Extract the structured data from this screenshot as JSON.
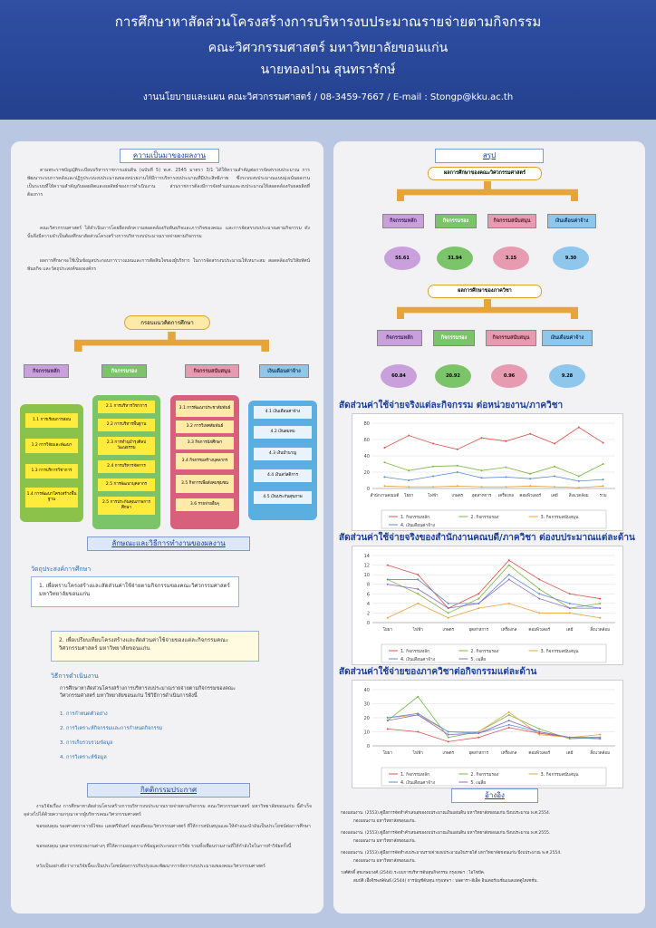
{
  "header": {
    "title": "การศึกษาหาสัดส่วนโครงสร้างการบริหารงบประมาณรายจ่ายตามกิจกรรม",
    "faculty": "คณะวิศวกรรมศาสตร์ มหาวิทยาลัยขอนแก่น",
    "author": "นายทองปาน สุนทรารักษ์",
    "contact": "งานนโยบายและแผน คณะวิศวกรรมศาสตร์ / 08-3459-7667 / ",
    "email": "E-mail : Stongp@kku.ac.th"
  },
  "left": {
    "background_title": "ความเป็นมาของผลงาน",
    "background_p1": "ตามพระราชบัญญัติระเบียบบริหารราชการแผ่นดิน (ฉบับที่ 5) พ.ศ. 2545 มาตรา 3/1 ได้ให้ความสำคัญต่อการจัดสรรงบประมาณ การพัฒนาระบบการคลังและปฏิรูประบบงบประมาณของหน่วยงานให้มีการบริหารงบประมาณที่มีประสิทธิภาพ ซึ่งระบบงบประมาณแบบมุ่งเน้นผลงานเป็นระบบที่ให้ความสำคัญกับผลผลิตและผลลัพธ์ของการดำเนินงาน ส่วนราชการต้องมีการจัดทำแผนและงบประมาณให้สอดคล้องกับผลผลิตที่ต้องการ",
    "background_p2": "คณะวิศวกรรมศาสตร์ ได้ดำเนินการโดยยึดหลักความสอดคล้องกับพันธกิจและภารกิจของคณะ และการจัดสรรงบประมาณตามกิจกรรม ดังนั้นจึงมีความจำเป็นต้องศึกษาสัดส่วนโครงสร้างการบริหารงบประมาณรายจ่ายตามกิจกรรม",
    "background_p3": "ผลการศึกษาจะใช้เป็นข้อมูลประกอบการวางแผนและการตัดสินใจของผู้บริหาร ในการจัดสรรงบประมาณให้เหมาะสม สอดคล้องกับวิสัยทัศน์ พันธกิจ และวัตถุประสงค์ขององค์กร",
    "framework_title": "กรอบแนวคิดการศึกษา",
    "categories": [
      "กิจกรรมหลัก",
      "กิจกรรมรอง",
      "กิจกรรมสนับสนุน",
      "เงินเดือนค่าจ้าง"
    ],
    "main_items": [
      "1.1 การเรียนการสอน",
      "1.2 การวิจัยและพัฒนา",
      "1.3 การบริการวิชาการ",
      "1.4 การพัฒนาโครงสร้างพื้นฐาน"
    ],
    "secondary_items": [
      "2.1 การบริหารวิชาการ",
      "2.2 การบริหารพื้นฐาน",
      "2.3 การทำนุบำรุงศิลปวัฒนธรรม",
      "2.4 การบริหารจัดการ",
      "2.5 การพัฒนาบุคลากร",
      "2.5 การประกันคุณภาพการศึกษา"
    ],
    "support_items": [
      "3.1 การพัฒนาประชาสัมพันธ์",
      "3.2 การวิเทศสัมพันธ์",
      "3.3 กิจการนักศึกษา",
      "3.4 กิจกรรมสร้างบุคลากร",
      "3.5 กิจการเพื่อสังคมชุมชน",
      "3.6 รายจ่ายอื่นๆ"
    ],
    "salary_items": [
      "4.1 เงินเดือนค่าจ้าง",
      "4.2 เงินสมทบ",
      "4.3 เงินบำนาญ",
      "4.4 เงินสวัสดิการ",
      "4.5 เงินประกันสุขภาพ"
    ],
    "method_title": "ลักษณะและวิธีการทำงานของผลงาน",
    "objective_title": "วัตถุประสงค์การศึกษา",
    "objective1": "1.   เพื่อทราบโครงสร้างและสัดส่วนค่าใช้จ่ายตามกิจกรรมของคณะวิศวกรรมศาสตร์ มหาวิทยาลัยขอนแก่น",
    "objective2": "2.   เพื่อเปรียบเทียบโครงสร้างและสัดส่วนค่าใช้จ่ายของแต่ละกิจกรรมคณะวิศวกรรมศาสตร์ มหาวิทยาลัยขอนแก่น",
    "procedure_title": "วิธีการดำเนินงาน",
    "procedure_intro": "การศึกษาหาสัดส่วนโครงสร้างการบริหารงบประมาณรายจ่ายตามกิจกรรมของคณะวิศวกรรมศาสตร์ มหาวิทยาลัยขอนแก่น  ใช้วิธีการดำเนินการดังนี้",
    "steps": [
      "1.  การกำหนดตัวอย่าง",
      "2.  การวิเคราะห์กิจกรรมและการกำหนดกิจกรรม",
      "3.  การเก็บรวบรวมข้อมูล",
      "4.  การวิเคราะห์ข้อมูล"
    ],
    "ack_title": "กิตติกรรมประกาศ",
    "ack_p1": "งานวิจัยเรื่อง การศึกษาหาสัดส่วนโครงสร้างการบริหารงบประมาณรายจ่ายตามกิจกรรม คณะวิศวกรรมศาสตร์ มหาวิทยาลัยขอนแก่น นี้สำเร็จลุล่วงไปได้ด้วยความกรุณาจากผู้บริหารคณะวิศวกรรมศาสตร์",
    "ack_p2": "ขอขอบคุณ รองศาสตราจารย์ไชยะ แสงศรีจันทร์ คณบดีคณะวิศวกรรมศาสตร์ ที่ให้การสนับสนุนและให้คำแนะนำอันเป็นประโยชน์ต่อการศึกษา",
    "ack_p3": "ขอขอบคุณ บุคลากรหน่วยงานต่างๆ ที่ให้ความอนุเคราะห์ข้อมูลประกอบการวิจัย รวมทั้งเพื่อนร่วมงานที่ให้กำลังใจในการทำวิจัยครั้งนี้",
    "ack_p4": "หวังเป็นอย่างยิ่งว่างานวิจัยนี้จะเป็นประโยชน์ต่อการปรับปรุงและพัฒนาการจัดการงบประมาณของคณะวิศวกรรมศาสตร์"
  },
  "right": {
    "summary_title": "สรุป",
    "faculty_result_title": "ผลการศึกษาของคณะวิศวกรรมศาสตร์",
    "dept_result_title": "ผลการศึกษาของภาควิชา",
    "categories": [
      "กิจกรรมหลัก",
      "กิจกรรมรอง",
      "กิจกรรมสนับสนุน",
      "เงินเดือนค่าจ้าง"
    ],
    "faculty_values": [
      "55.61",
      "31.94",
      "3.15",
      "9.30"
    ],
    "dept_values": [
      "60.84",
      "20.92",
      "0.96",
      "9.28"
    ],
    "chart1_title": "สัดส่วนค่าใช้จ่ายจริงแต่ละกิจกรรม ต่อหน่วยงาน/ภาควิชา",
    "chart2_title": "สัดส่วนค่าใช้จ่ายจริงของสำนักงานคณบดี/ภาควิชา ต่องบประมาณแต่ละด้าน",
    "chart3_title": "สัดส่วนค่าใช้จ่ายของภาควิชาต่อกิจกรรมแต่ละด้าน",
    "ref_title": "อ้างอิง",
    "refs": [
      "กองแผนงาน. (2553).คู่มือการจัดทำคำเสนอของงบประมาณเงินแผ่นดิน มหาวิทยาลัยขอนแก่น ปีงบประมาณ พ.ศ.2554.",
      "กองแผนงาน มหาวิทยาลัยขอนแก่น.",
      "กองแผนงาน. (2553).คู่มือการจัดทำคำเสนอของงบประมาณเงินแผ่นดิน มหาวิทยาลัยขอนแก่น ปีงบประมาณ พ.ศ.2555.",
      "กองแผนงาน มหาวิทยาลัยขอนแก่น.",
      "กองแผนงาน. (2553).คู่มือการจัดทำงบประมาณรายจ่ายงบประมาณเงินรายได้ มหาวิทยาลัยขอนแก่น ปีงบประมาณ พ.ศ.2554.",
      "กองแผนงาน มหาวิทยาลัยขอนแก่น.",
      "วงศ์ศักดิ์ สุขเกษมวงศ์.(2544).ระบบการบริหารต้นทุนกิจกรรม.กรุงเทพฯ : ไอโซบีค.",
      "สมบัติ เอื้อจิรพงษ์พันธ์.(2544) การบัญชีต้นทุน.กรุงเทพฯ : นพดารา-อีเอ็ด อินเตอร์เนชั่นแนลเอดดูไดเซชั่น."
    ]
  },
  "chart_data": [
    {
      "type": "line",
      "title": "สัดส่วนค่าใช้จ่ายจริงแต่ละกิจกรรม ต่อหน่วยงาน/ภาควิชา",
      "categories": [
        "สำนักงานคณบดี",
        "โยธา",
        "ไฟฟ้า",
        "เกษตร",
        "อุตสาหการ",
        "เครื่องกล",
        "คอมพิวเตอร์",
        "เคมี",
        "สิ่งแวดล้อม",
        "รวม"
      ],
      "ylim": [
        0,
        80
      ],
      "grid": true,
      "legend": "bottom",
      "series": [
        {
          "name": "1. กิจกรรมหลัก",
          "color": "#d9534f",
          "values": [
            50,
            65,
            55,
            48,
            62,
            58,
            67,
            55,
            75,
            56
          ]
        },
        {
          "name": "2. กิจกรรมรอง",
          "color": "#7ab648",
          "values": [
            32,
            22,
            27,
            28,
            22,
            26,
            18,
            27,
            15,
            30
          ]
        },
        {
          "name": "3. กิจกรรมสนับสนุน",
          "color": "#e8a33d",
          "values": [
            3,
            2,
            2,
            3,
            2,
            2,
            3,
            2,
            1,
            3
          ]
        },
        {
          "name": "4. เงินเดือนค่าจ้าง",
          "color": "#5b8bd1",
          "values": [
            14,
            10,
            15,
            20,
            13,
            14,
            12,
            15,
            9,
            11
          ]
        }
      ]
    },
    {
      "type": "line",
      "title": "สัดส่วนค่าใช้จ่ายจริงของสำนักงานคณบดี/ภาควิชา ต่องบประมาณแต่ละด้าน",
      "categories": [
        "โยธา",
        "ไฟฟ้า",
        "เกษตร",
        "อุตสาหการ",
        "เครื่องกล",
        "คอมพิวเตอร์",
        "เคมี",
        "สิ่งแวดล้อม"
      ],
      "ylim": [
        0,
        14
      ],
      "yticks": [
        0,
        2,
        4,
        6,
        8,
        10,
        12,
        14
      ],
      "grid": true,
      "legend": "bottom",
      "series": [
        {
          "name": "1. กิจกรรมหลัก",
          "color": "#d9534f",
          "values": [
            12,
            10,
            3,
            6,
            13,
            9,
            6,
            5
          ]
        },
        {
          "name": "2. กิจกรรมรอง",
          "color": "#7ab648",
          "values": [
            9,
            6,
            2,
            5,
            12,
            7,
            3,
            4
          ]
        },
        {
          "name": "3. กิจกรรมสนับสนุน",
          "color": "#e8a33d",
          "values": [
            1,
            4,
            1,
            3,
            4,
            2,
            2,
            1
          ]
        },
        {
          "name": "4. เงินเดือนค่าจ้าง",
          "color": "#5b8bd1",
          "values": [
            9,
            9,
            4,
            4,
            10,
            6,
            4,
            3
          ]
        },
        {
          "name": "5. เฉลี่ย",
          "color": "#8e6bbf",
          "values": [
            8,
            7,
            3,
            4,
            9,
            5,
            3,
            3
          ]
        }
      ]
    },
    {
      "type": "line",
      "title": "สัดส่วนค่าใช้จ่ายของภาควิชาต่อกิจกรรมแต่ละด้าน",
      "categories": [
        "โยธา",
        "ไฟฟ้า",
        "เกษตร",
        "อุตสาหการ",
        "เครื่องกล",
        "คอมพิวเตอร์",
        "เคมี",
        "สิ่งแวดล้อม"
      ],
      "ylim": [
        0,
        40
      ],
      "grid": true,
      "legend": "bottom",
      "series": [
        {
          "name": "1. กิจกรรมหลัก",
          "color": "#d9534f",
          "values": [
            12,
            10,
            3,
            6,
            13,
            9,
            6,
            5
          ]
        },
        {
          "name": "2. กิจกรรมรอง",
          "color": "#7ab648",
          "values": [
            18,
            35,
            6,
            10,
            22,
            12,
            5,
            6
          ]
        },
        {
          "name": "3. กิจกรรมสนับสนุน",
          "color": "#e8a33d",
          "values": [
            20,
            22,
            10,
            10,
            24,
            8,
            6,
            8
          ]
        },
        {
          "name": "4. เงินเดือนค่าจ้าง",
          "color": "#5b8bd1",
          "values": [
            20,
            23,
            10,
            9,
            15,
            10,
            6,
            5
          ]
        },
        {
          "name": "5. เฉลี่ย",
          "color": "#8e6bbf",
          "values": [
            18,
            22,
            8,
            9,
            18,
            10,
            6,
            6
          ]
        }
      ]
    }
  ]
}
